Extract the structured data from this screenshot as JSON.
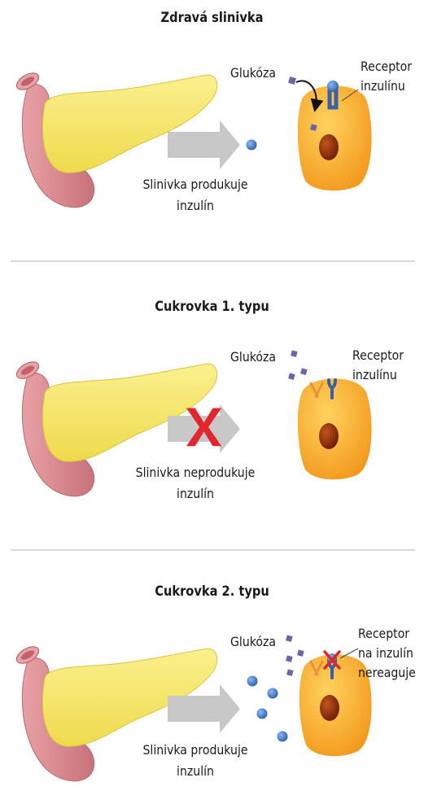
{
  "panels": [
    {
      "title": "Zdravá slinivka",
      "glucose_label": "Glukóza",
      "receptor_label": [
        "Receptor",
        "inzulínu"
      ],
      "pancreas_label": [
        "Slinivka produkuje",
        "inzulín"
      ]
    },
    {
      "title": "Cukrovka 1. typu",
      "glucose_label": "Glukóza",
      "receptor_label": [
        "Receptor",
        "inzulínu"
      ],
      "pancreas_label": [
        "Slinivka neprodukuje",
        "inzulín"
      ]
    },
    {
      "title": "Cukrovka 2. typu",
      "glucose_label": "Glukóza",
      "receptor_label": [
        "Receptor",
        "na inzulín",
        "nereaguje"
      ],
      "pancreas_label": [
        "Slinivka produkuje",
        "inzulín"
      ]
    }
  ],
  "colors": {
    "pancreas_body": "#f2e66a",
    "pancreas_duct": "#d9888d",
    "cell": "#f7b232",
    "nucleus": "#8a2b0a",
    "insulin": "#3b78c7",
    "glucose": "#6f64a8",
    "arrow": "#c8c8c8",
    "cross": "#e3262b"
  }
}
